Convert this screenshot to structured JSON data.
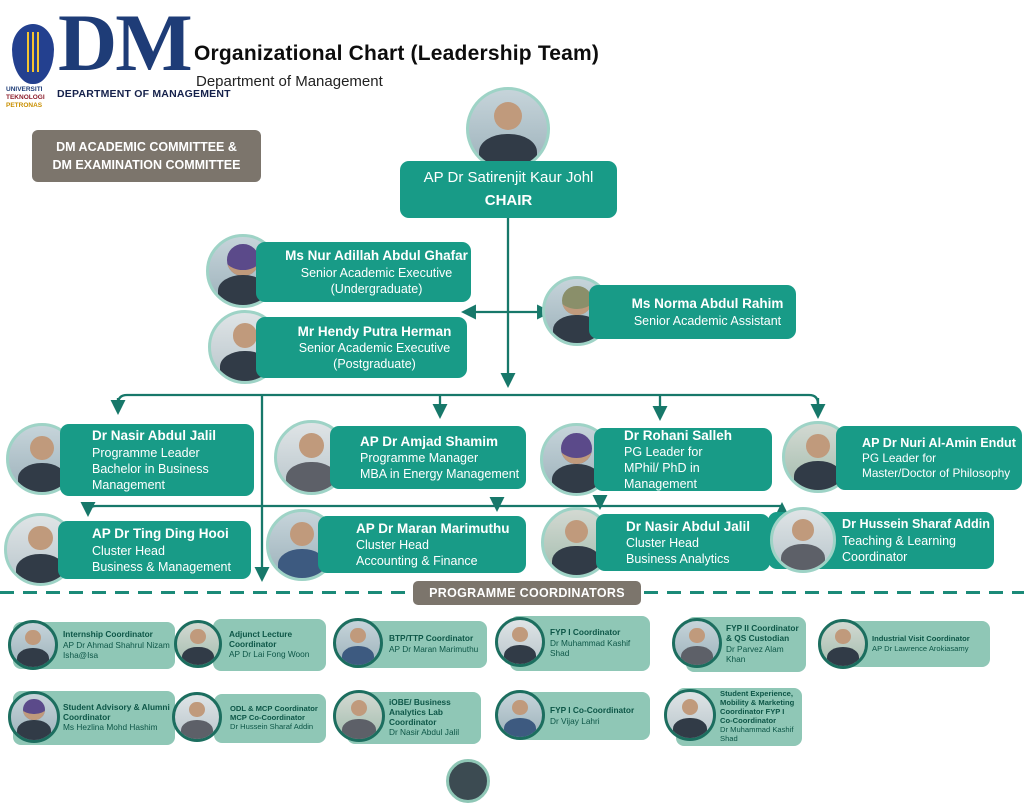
{
  "header": {
    "logo_acronym": "DM",
    "logo_department": "DEPARTMENT OF MANAGEMENT",
    "logo_university_line1": "UNIVERSITI",
    "logo_university_line2": "TEKNOLOGI",
    "logo_university_line3": "PETRONAS",
    "title": "Organizational Chart (Leadership Team)",
    "subtitle": "Department of Management"
  },
  "committee": {
    "line1": "DM ACADEMIC COMMITTEE &",
    "line2": "DM EXAMINATION COMMITTEE"
  },
  "chair": {
    "name": "AP Dr Satirenjit Kaur Johl",
    "role": "CHAIR"
  },
  "staff": [
    {
      "name": "Ms Nur Adillah Abdul Ghafar",
      "role": "Senior Academic Executive",
      "detail": "(Undergraduate)"
    },
    {
      "name": "Mr Hendy Putra Herman",
      "role": "Senior Academic Executive",
      "detail": "(Postgraduate)"
    },
    {
      "name": "Ms Norma Abdul Rahim",
      "role": "Senior Academic Assistant",
      "detail": ""
    }
  ],
  "leaders": [
    {
      "name": "Dr Nasir Abdul Jalil",
      "role": "Programme Leader",
      "detail": "Bachelor in Business Management"
    },
    {
      "name": "AP Dr Amjad Shamim",
      "role": "Programme Manager",
      "detail": "MBA in Energy Management"
    },
    {
      "name": "Dr Rohani Salleh",
      "role": "PG Leader for",
      "detail": "MPhil/ PhD in Management"
    },
    {
      "name": "AP Dr Nuri Al-Amin Endut",
      "role": "PG Leader for",
      "detail": "Master/Doctor of Philosophy"
    },
    {
      "name": "AP Dr Ting Ding Hooi",
      "role": "Cluster Head",
      "detail": "Business & Management"
    },
    {
      "name": "AP Dr Maran Marimuthu",
      "role": "Cluster Head",
      "detail": "Accounting & Finance"
    },
    {
      "name": "Dr Nasir Abdul Jalil",
      "role": "Cluster Head",
      "detail": "Business Analytics"
    },
    {
      "name": "Dr Hussein Sharaf Addin",
      "role": "Teaching & Learning Coordinator",
      "detail": ""
    }
  ],
  "coordinators_banner": "PROGRAMME COORDINATORS",
  "coordinators": [
    {
      "title": "Internship Coordinator",
      "name": "AP Dr Ahmad Shahrul Nizam Isha@Isa"
    },
    {
      "title": "Adjunct Lecture Coordinator",
      "name": "AP Dr Lai Fong Woon"
    },
    {
      "title": "BTP/TTP Coordinator",
      "name": "AP Dr Maran Marimuthu"
    },
    {
      "title": "FYP I Coordinator",
      "name": "Dr Muhammad Kashif Shad"
    },
    {
      "title": "FYP II Coordinator & QS Custodian",
      "name": "Dr Parvez Alam Khan"
    },
    {
      "title": "Industrial Visit Coordinator",
      "name": "AP Dr Lawrence Arokiasamy"
    },
    {
      "title": "Student Advisory & Alumni Coordinator",
      "name": "Ms Hezlina Mohd Hashim"
    },
    {
      "title": "ODL & MCP Coordinator MCP Co-Coordinator",
      "name": "Dr Hussein Sharaf Addin"
    },
    {
      "title": "iOBE/ Business Analytics Lab Coordinator",
      "name": "Dr Nasir Abdul Jalil"
    },
    {
      "title": "FYP I Co-Coordinator",
      "name": "Dr Vijay Lahri"
    },
    {
      "title": "Student Experience, Mobility & Marketing Coordinator FYP I Co-Coordinator",
      "name": "Dr Muhammad Kashif Shad"
    }
  ],
  "colors": {
    "teal": "#189b87",
    "light_card": "#8fc7b6",
    "gray_badge": "#7c756c",
    "connector": "#17786a",
    "logo_blue": "#1e3c77"
  }
}
